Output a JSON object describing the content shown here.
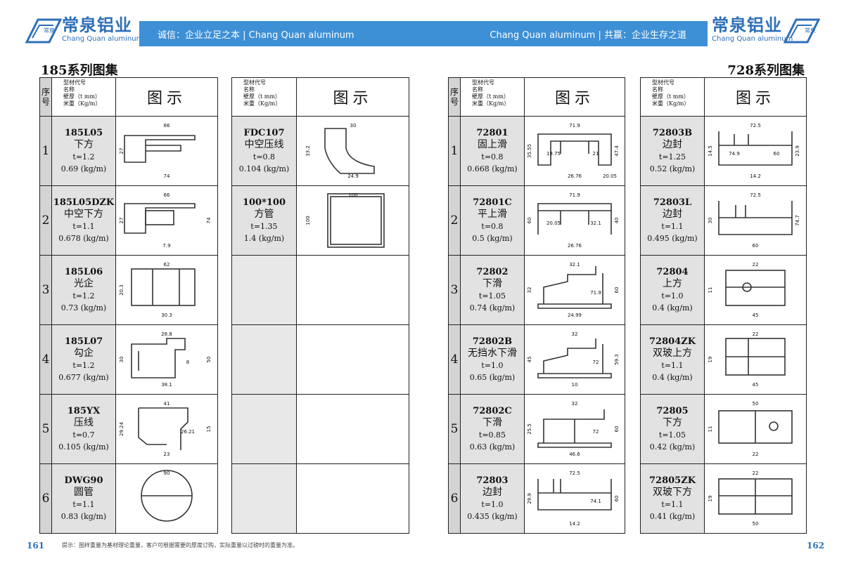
{
  "header": {
    "brand_cn": "常泉铝业",
    "brand_en": "Chang Quan aluminum",
    "logo_badge": "常泉",
    "slogan_left": "诚信：企业立足之本 | Chang Quan aluminum",
    "slogan_right": "Chang Quan aluminum | 共赢：企业生存之道",
    "colors": {
      "banner": "#3d8fd6",
      "brand": "#2d6fb8"
    }
  },
  "column_headers": {
    "seq": "序号",
    "name_lines": [
      "型材代号",
      "名称",
      "壁厚（t mm）",
      "米重（Kg/m）"
    ],
    "figure": "图示"
  },
  "left_page": {
    "series_title": "185系列图集",
    "page_number": "161",
    "tables": [
      {
        "rows": [
          {
            "num": "1",
            "code": "185L05",
            "name": "下方",
            "thickness": "t=1.2",
            "weight": "0.69 (kg/m)",
            "icon": "profile-lower-frame-icon",
            "dims": [
              "66",
              "27",
              "74"
            ]
          },
          {
            "num": "2",
            "code": "185L05DZK",
            "name": "中空下方",
            "thickness": "t=1.1",
            "weight": "0.678 (kg/m)",
            "icon": "profile-hollow-lower-frame-icon",
            "dims": [
              "66",
              "27",
              "7.9",
              "74"
            ]
          },
          {
            "num": "3",
            "code": "185L06",
            "name": "光企",
            "thickness": "t=1.2",
            "weight": "0.73 (kg/m)",
            "icon": "profile-plain-stile-icon",
            "dims": [
              "62",
              "20.3",
              "30.3"
            ]
          },
          {
            "num": "4",
            "code": "185L07",
            "name": "勾企",
            "thickness": "t=1.2",
            "weight": "0.677 (kg/m)",
            "icon": "profile-hook-stile-icon",
            "dims": [
              "28.8",
              "30",
              "38.1",
              "50",
              "8"
            ]
          },
          {
            "num": "5",
            "code": "185YX",
            "name": "压线",
            "thickness": "t=0.7",
            "weight": "0.105 (kg/m)",
            "icon": "profile-glazing-bead-icon",
            "dims": [
              "41",
              "29.24",
              "23",
              "15",
              "26.21"
            ]
          },
          {
            "num": "6",
            "code": "DWG90",
            "name": "圆管",
            "thickness": "t=1.1",
            "weight": "0.83 (kg/m)",
            "icon": "profile-round-tube-icon",
            "dims": [
              "90"
            ]
          }
        ]
      },
      {
        "rows": [
          {
            "code": "FDC107",
            "name": "中空压线",
            "thickness": "t=0.8",
            "weight": "0.104 (kg/m)",
            "icon": "profile-hollow-bead-icon",
            "dims": [
              "30",
              "33.2",
              "24.9"
            ]
          },
          {
            "code": "100*100",
            "name": "方管",
            "thickness": "t=1.35",
            "weight": "1.4 (kg/m)",
            "icon": "profile-square-tube-icon",
            "dims": [
              "100",
              "100"
            ]
          },
          {},
          {},
          {},
          {}
        ]
      }
    ]
  },
  "right_page": {
    "series_title": "728系列图集",
    "page_number": "162",
    "tables": [
      {
        "rows": [
          {
            "num": "1",
            "code": "72801",
            "name": "固上滑",
            "thickness": "t=0.8",
            "weight": "0.668 (kg/m)",
            "icon": "profile-fixed-upper-track-icon",
            "dims": [
              "71.9",
              "35.55",
              "26.76",
              "47.4",
              "21",
              "19.75",
              "20.05"
            ]
          },
          {
            "num": "2",
            "code": "72801C",
            "name": "平上滑",
            "thickness": "t=0.8",
            "weight": "0.5 (kg/m)",
            "icon": "profile-flat-upper-track-icon",
            "dims": [
              "71.9",
              "60",
              "26.76",
              "40",
              "32.1",
              "20.05"
            ]
          },
          {
            "num": "3",
            "code": "72802",
            "name": "下滑",
            "thickness": "t=1.05",
            "weight": "0.74 (kg/m)",
            "icon": "profile-lower-track-icon",
            "dims": [
              "32.1",
              "32",
              "24.99",
              "60",
              "71.9"
            ]
          },
          {
            "num": "4",
            "code": "72802B",
            "name": "无挡水下滑",
            "thickness": "t=1.0",
            "weight": "0.65 (kg/m)",
            "icon": "profile-lower-track-no-weir-icon",
            "dims": [
              "32",
              "45",
              "10",
              "59.3",
              "72"
            ]
          },
          {
            "num": "5",
            "code": "72802C",
            "name": "下滑",
            "thickness": "t=0.85",
            "weight": "0.63 (kg/m)",
            "icon": "profile-lower-track-c-icon",
            "dims": [
              "32",
              "25.5",
              "46.6",
              "60",
              "72"
            ]
          },
          {
            "num": "6",
            "code": "72803",
            "name": "边封",
            "thickness": "t=1.0",
            "weight": "0.435 (kg/m)",
            "icon": "profile-side-seal-icon",
            "dims": [
              "72.5",
              "29.9",
              "14.2",
              "60",
              "74.1"
            ]
          }
        ]
      },
      {
        "rows": [
          {
            "code": "72803B",
            "name": "边封",
            "thickness": "t=1.25",
            "weight": "0.52 (kg/m)",
            "icon": "profile-side-seal-b-icon",
            "dims": [
              "72.5",
              "14.5",
              "14.2",
              "23.9",
              "60",
              "74.9"
            ]
          },
          {
            "code": "72803L",
            "name": "边封",
            "thickness": "t=1.1",
            "weight": "0.495 (kg/m)",
            "icon": "profile-side-seal-l-icon",
            "dims": [
              "72.5",
              "30",
              "60",
              "74.7"
            ]
          },
          {
            "code": "72804",
            "name": "上方",
            "thickness": "t=1.0",
            "weight": "0.4 (kg/m)",
            "icon": "profile-upper-frame-icon",
            "dims": [
              "22",
              "11",
              "45"
            ]
          },
          {
            "code": "72804ZK",
            "name": "双玻上方",
            "thickness": "t=1.1",
            "weight": "0.4 (kg/m)",
            "icon": "profile-double-glass-upper-icon",
            "dims": [
              "22",
              "19",
              "45"
            ]
          },
          {
            "code": "72805",
            "name": "下方",
            "thickness": "t=1.05",
            "weight": "0.42 (kg/m)",
            "icon": "profile-lower-frame-b-icon",
            "dims": [
              "50",
              "11",
              "22"
            ]
          },
          {
            "code": "72805ZK",
            "name": "双玻下方",
            "thickness": "t=1.1",
            "weight": "0.41 (kg/m)",
            "icon": "profile-double-glass-lower-icon",
            "dims": [
              "22",
              "19",
              "50"
            ]
          }
        ]
      }
    ]
  },
  "footer_note": "提示：图样重量为基材理论重量，客户可根据需要的厚度订购，实际重量以过磅时的重量为准。"
}
